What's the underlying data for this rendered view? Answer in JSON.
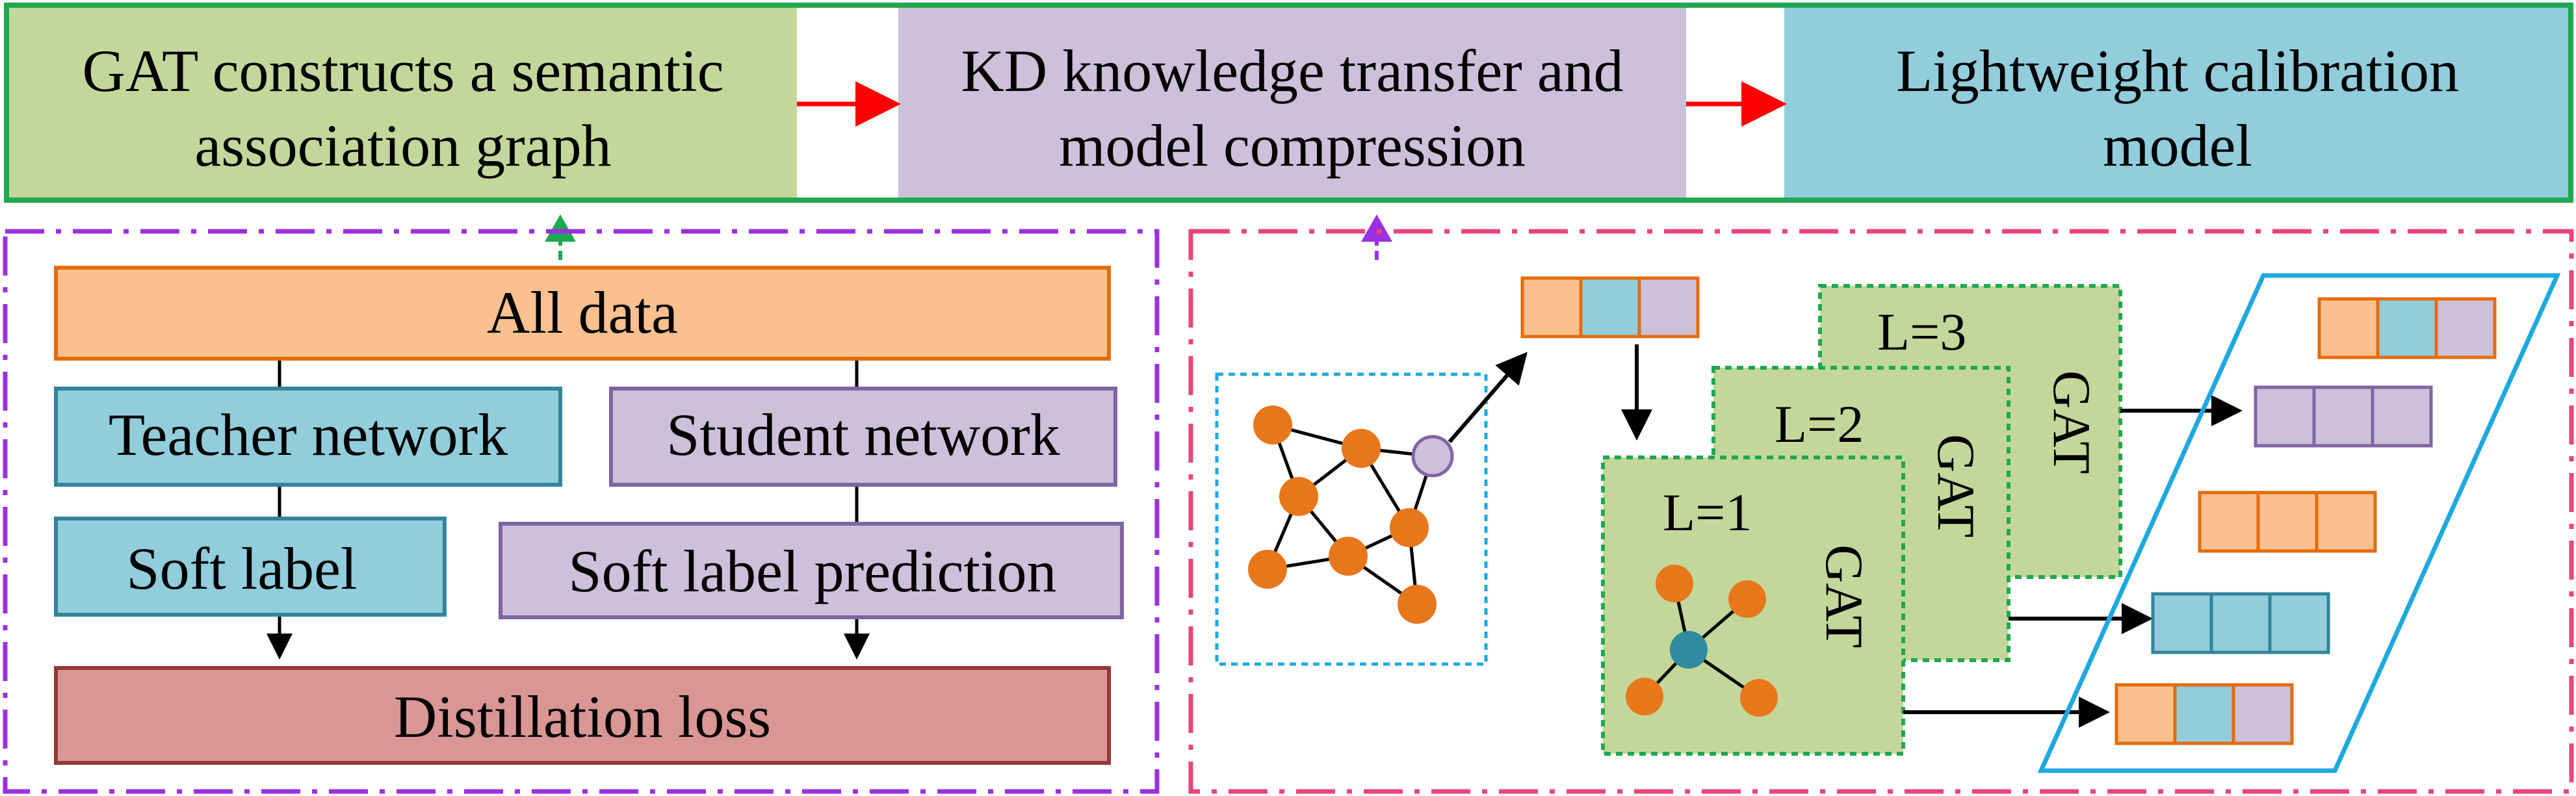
{
  "pipeline": {
    "step1": {
      "line1": "GAT constructs a semantic",
      "line2": "association graph"
    },
    "step2": {
      "line1": "KD knowledge transfer and",
      "line2": "model compression"
    },
    "step3": {
      "line1": "Lightweight calibration",
      "line2": "model"
    }
  },
  "distillation": {
    "all_data": "All data",
    "teacher": "Teacher network",
    "student": "Student network",
    "soft_label": "Soft label",
    "soft_label_prediction": "Soft label prediction",
    "loss": "Distillation loss"
  },
  "gat": {
    "layer1": "L=1",
    "layer2": "L=2",
    "layer3": "L=3",
    "gat_label": "GAT"
  },
  "colors": {
    "green_fill": "#c4d79b",
    "green_border": "#1fa84f",
    "purple_fill": "#ccc0da",
    "purple_border": "#8064a2",
    "blue_fill": "#92cddc",
    "blue_border": "#31849b",
    "orange_fill": "#fac090",
    "orange_border": "#e46c0a",
    "red_fill": "#d99694",
    "red_border": "#953735",
    "arrow_red": "#ff0000",
    "node_orange": "#e8761a",
    "node_teal": "#2e8ba0",
    "dash_purple": "#9b30e0",
    "dash_pink": "#e8457e",
    "dash_blue": "#1ea8e0",
    "parallelogram": "#1ea8e0"
  }
}
